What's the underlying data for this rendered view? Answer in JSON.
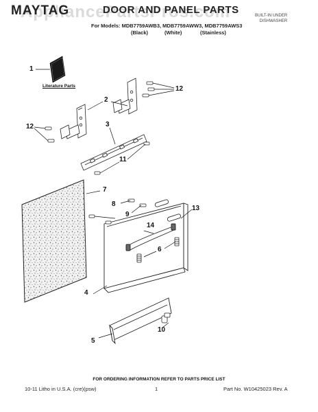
{
  "header": {
    "brand": "MAYTAG",
    "title": "DOOR AND PANEL PARTS",
    "watermark": "AppliancePartsPros.com",
    "product_type_line1": "BUILT-IN UNDER",
    "product_type_line2": "DISHWASHER",
    "models_line": "For Models: MDB7759AWB3, MDB7759AWW3, MDB7759AWS3",
    "variant_black": "(Black)",
    "variant_white": "(White)",
    "variant_stainless": "(Stainless)"
  },
  "diagram": {
    "literature_label": "Literature Parts",
    "callouts": [
      "1",
      "2",
      "3",
      "4",
      "5",
      "6",
      "7",
      "8",
      "9",
      "10",
      "11",
      "12",
      "12",
      "13",
      "14"
    ]
  },
  "footer": {
    "ordering_note": "FOR ORDERING INFORMATION REFER TO PARTS PRICE LIST",
    "litho": "10-11 Litho in U.S.A. (cre)(psw)",
    "page_number": "1",
    "part_number": "Part No. W10425023 Rev. A"
  }
}
